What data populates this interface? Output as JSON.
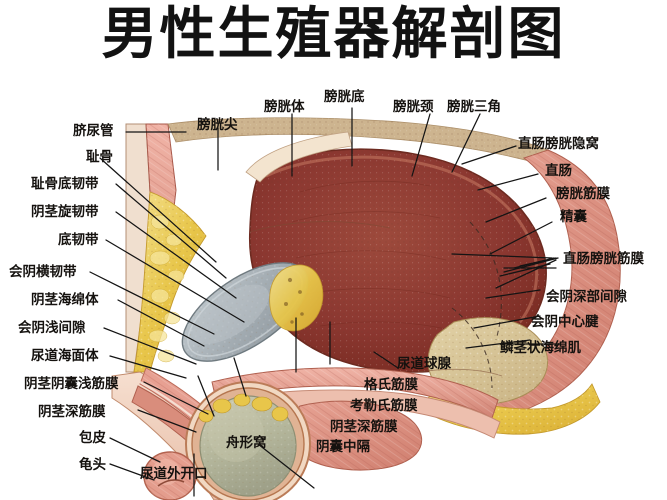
{
  "title": "男性生殖器解剖图",
  "figure": {
    "type": "anatomical-illustration",
    "subject": "male-reproductive-system-sagittal-section",
    "palette": {
      "background": "#ffffff",
      "bladder_cavity": "#8e3a32",
      "muscle_pink": "#e9a094",
      "muscle_deep": "#d4796c",
      "fat_yellow": "#e9c84e",
      "fat_light": "#f2dd93",
      "pubic_bone": "#a9b2b7",
      "bone_light": "#c7ced2",
      "testis_olive": "#b7b79a",
      "prostate_tan": "#d8c79a",
      "outline": "#7a4a33",
      "leader_line": "#1a1a1a"
    }
  },
  "labels": {
    "top": [
      {
        "id": "bladder-apex",
        "text": "膀胱尖"
      },
      {
        "id": "bladder-body",
        "text": "膀胱体"
      },
      {
        "id": "bladder-fundus",
        "text": "膀胱底"
      },
      {
        "id": "bladder-neck",
        "text": "膀胱颈"
      },
      {
        "id": "bladder-trigone",
        "text": "膀胱三角"
      }
    ],
    "left": [
      {
        "id": "urachus",
        "text": "脐尿管"
      },
      {
        "id": "pubis",
        "text": "耻骨"
      },
      {
        "id": "pubic-ligament",
        "text": "耻骨底韧带"
      },
      {
        "id": "penile-suspensory-lig",
        "text": "阴茎旋韧带"
      },
      {
        "id": "fundiform-ligament",
        "text": "底韧带"
      },
      {
        "id": "transverse-perineal-lig",
        "text": "会阴横韧带"
      },
      {
        "id": "corpus-cavernosum",
        "text": "阴茎海绵体"
      },
      {
        "id": "superficial-perineal-pouch",
        "text": "会阴浅间隙"
      },
      {
        "id": "corpus-spongiosum",
        "text": "尿道海面体"
      },
      {
        "id": "penile-scrotal-fascia",
        "text": "阴茎阴囊浅筋膜"
      },
      {
        "id": "deep-penile-fascia-left",
        "text": "阴茎深筋膜"
      },
      {
        "id": "prepuce",
        "text": "包皮"
      },
      {
        "id": "glans",
        "text": "龟头"
      }
    ],
    "right": [
      {
        "id": "rectovesical-pouch",
        "text": "直肠膀胱隐窝"
      },
      {
        "id": "rectum",
        "text": "直肠"
      },
      {
        "id": "vesical-fascia",
        "text": "膀胱筋膜"
      },
      {
        "id": "seminal-vesicle",
        "text": "精囊"
      },
      {
        "id": "rectovesical-fascia",
        "text": "直肠膀胱筋膜"
      },
      {
        "id": "deep-perineal-space",
        "text": "会阴深部间隙"
      },
      {
        "id": "perineal-body",
        "text": "会阴中心腱"
      },
      {
        "id": "bulbospongiosus",
        "text": "鳞茎状海绵肌"
      }
    ],
    "bottom": [
      {
        "id": "bulbourethral-gland",
        "text": "尿道球腺"
      },
      {
        "id": "bucks-fascia",
        "text": "格氏筋膜"
      },
      {
        "id": "colles-fascia",
        "text": "考勒氏筋膜"
      },
      {
        "id": "deep-penile-fascia",
        "text": "阴茎深筋膜"
      },
      {
        "id": "scrotal-septum",
        "text": "阴囊中隔"
      },
      {
        "id": "navicular-fossa",
        "text": "舟形窝"
      },
      {
        "id": "external-urethral-orifice",
        "text": "尿道外开口"
      }
    ]
  }
}
